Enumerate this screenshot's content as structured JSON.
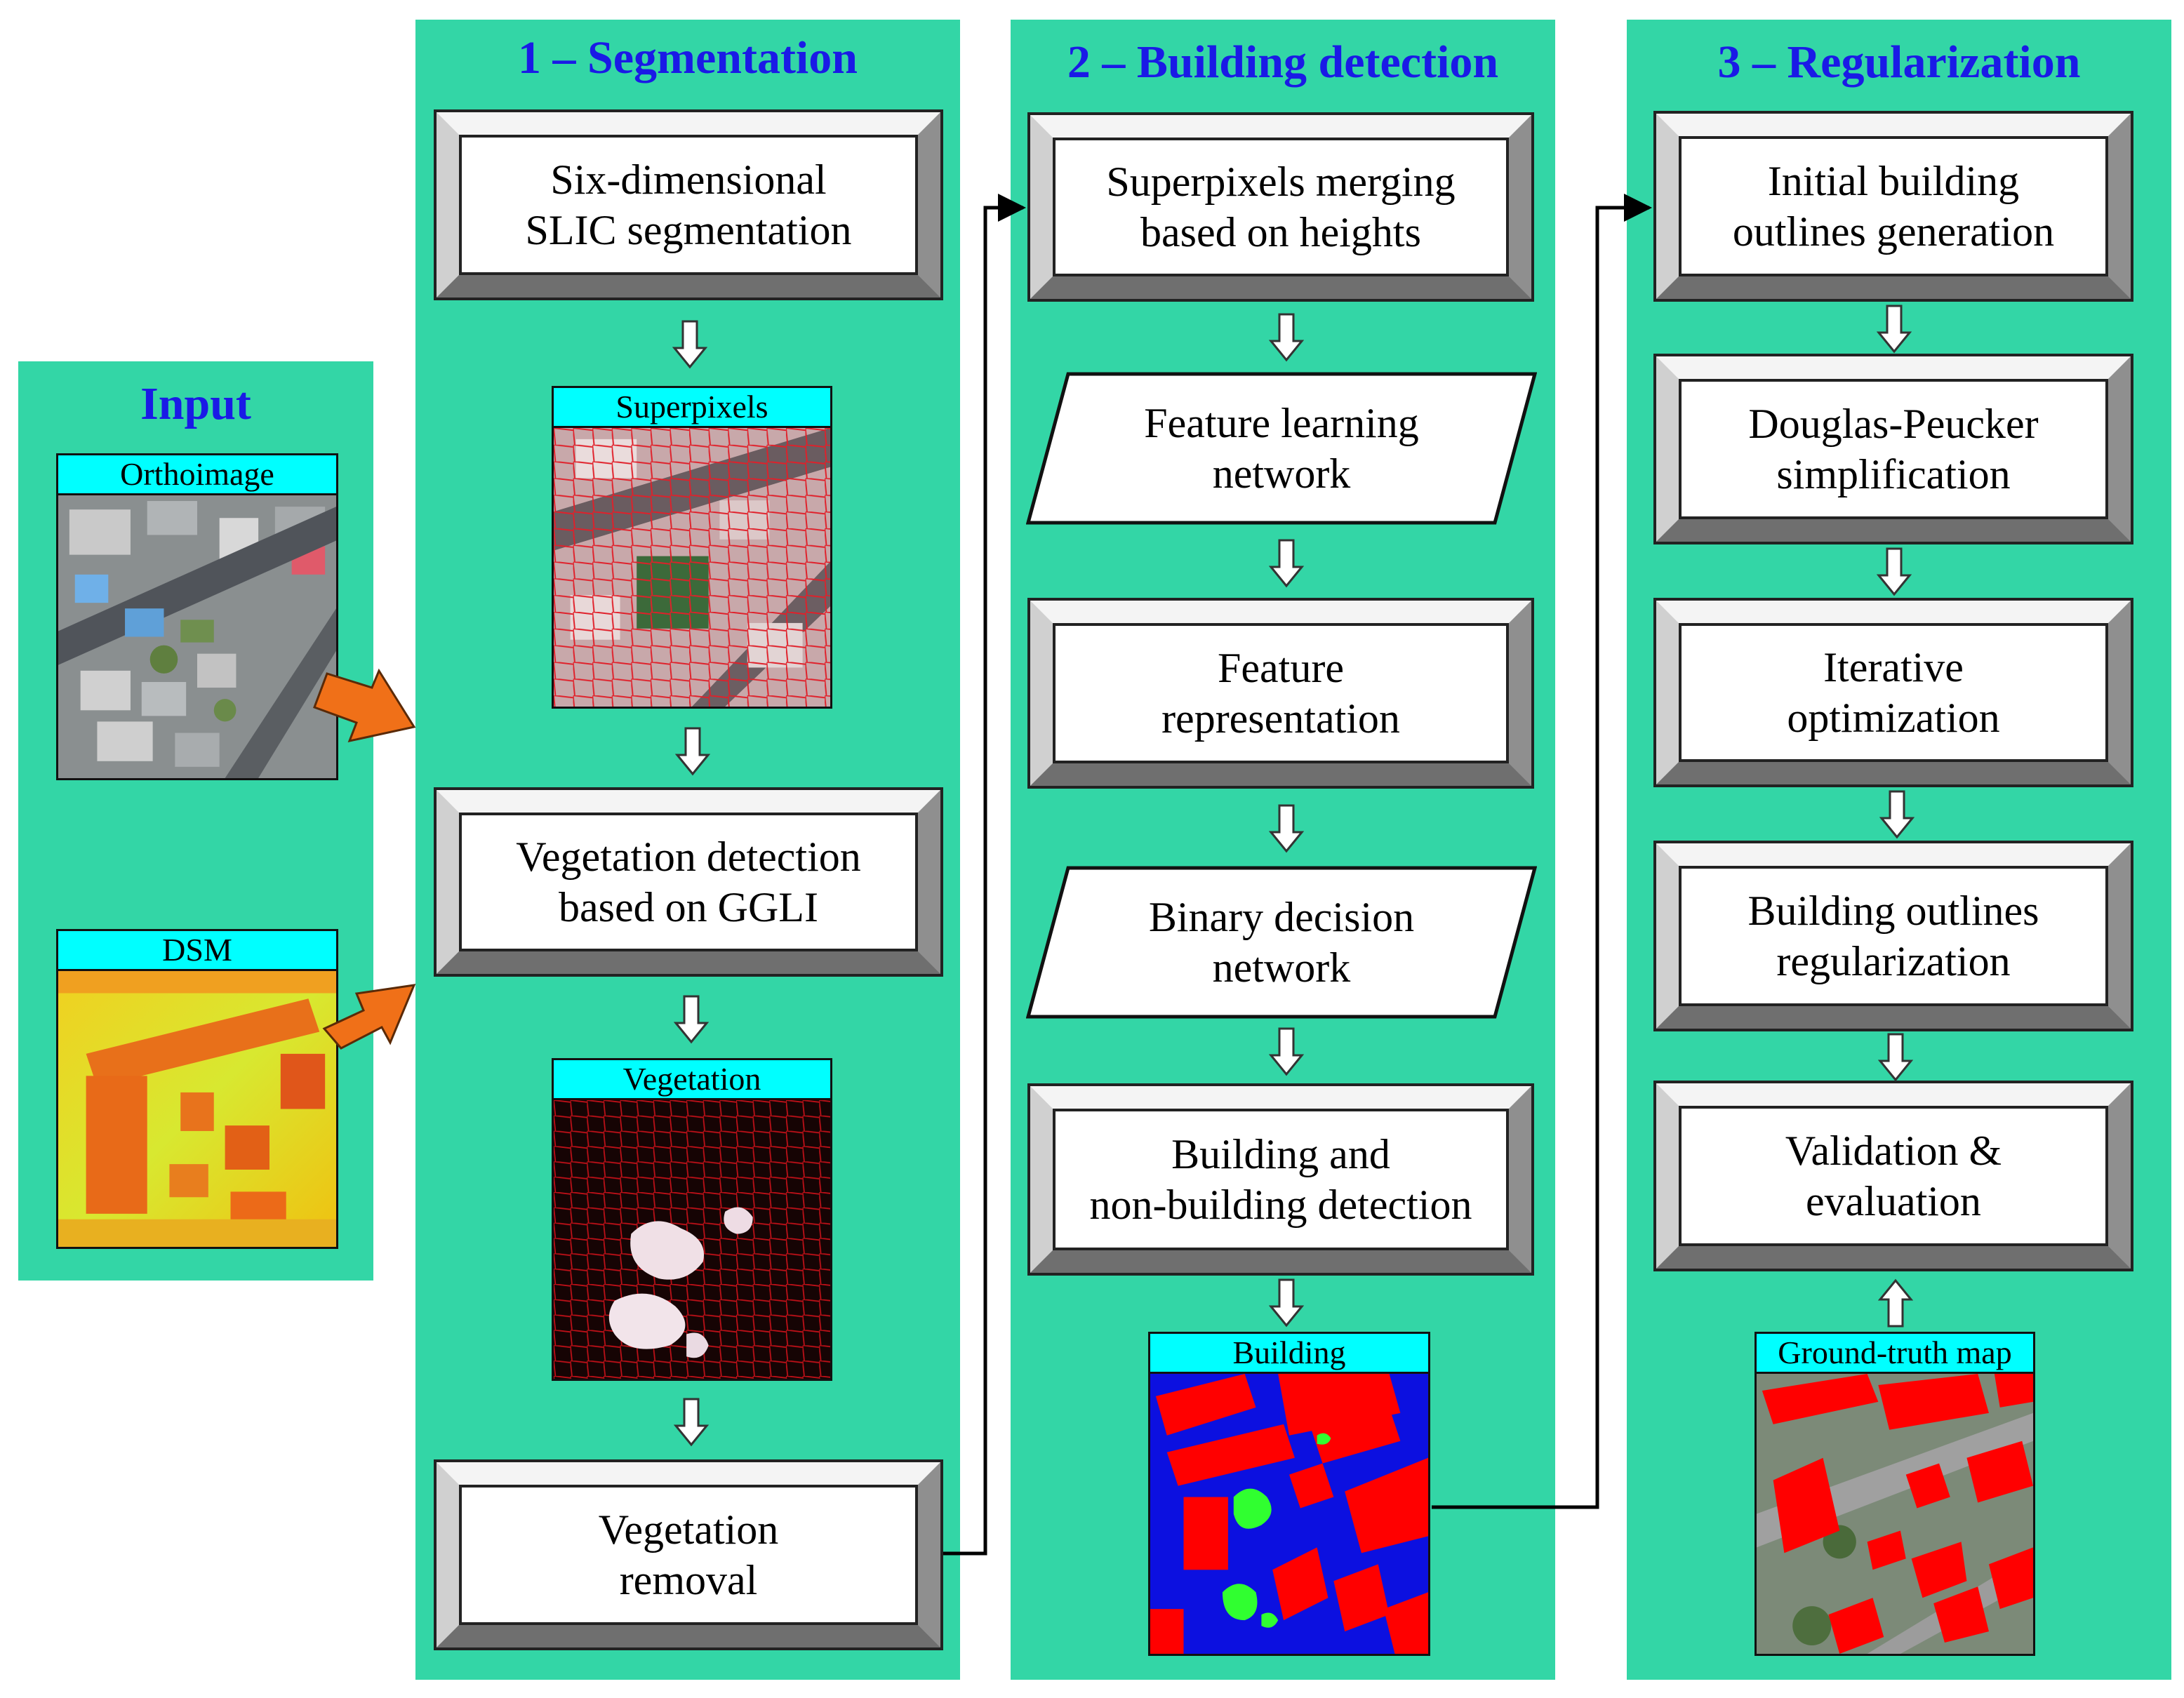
{
  "panels": {
    "input": {
      "title": "Input"
    },
    "segmentation": {
      "title": "1 – Segmentation"
    },
    "building_detection": {
      "title": "2 – Building detection"
    },
    "regularization": {
      "title": "3 – Regularization"
    }
  },
  "images": {
    "orthoimage": "Orthoimage",
    "dsm": "DSM",
    "superpixels": "Superpixels",
    "vegetation": "Vegetation",
    "building": "Building",
    "ground_truth": "Ground-truth map"
  },
  "steps": {
    "slic": "Six-dimensional\nSLIC segmentation",
    "veg_detect": "Vegetation detection\nbased on GGLI",
    "veg_removal": "Vegetation\nremoval",
    "merging": "Superpixels merging\nbased on heights",
    "feature_learning": "Feature learning\nnetwork",
    "feature_repr": "Feature\nrepresentation",
    "binary_decision": "Binary decision\nnetwork",
    "bld_detection": "Building and\nnon-building detection",
    "initial_outlines": "Initial building\noutlines generation",
    "douglas": "Douglas-Peucker\nsimplification",
    "iterative": "Iterative\noptimization",
    "regularize": "Building outlines\nregularization",
    "validation": "Validation &\nevaluation"
  },
  "colors": {
    "panel": "#33d6a6",
    "title": "#1a1ae6",
    "caption": "#00ffff",
    "input_arrow": "#f07018"
  }
}
